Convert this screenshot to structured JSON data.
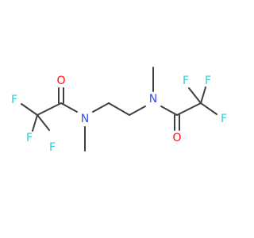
{
  "molecule": {
    "atoms": [
      {
        "label": "F",
        "color": "#33CCCC"
      },
      {
        "label": "F",
        "color": "#33CCCC"
      },
      {
        "label": "F",
        "color": "#33CCCC"
      },
      {
        "label": "O",
        "color": "#FF0D0D"
      },
      {
        "label": "N",
        "color": "#3050F8"
      },
      {
        "label": "N",
        "color": "#3050F8"
      },
      {
        "label": "O",
        "color": "#FF0D0D"
      },
      {
        "label": "F",
        "color": "#33CCCC"
      },
      {
        "label": "F",
        "color": "#33CCCC"
      },
      {
        "label": "F",
        "color": "#33CCCC"
      }
    ],
    "bond_color": "#404040"
  }
}
